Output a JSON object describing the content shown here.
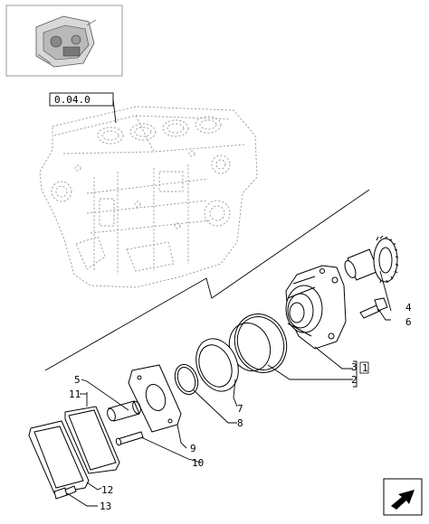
{
  "reference": {
    "label": "0.04.0"
  },
  "parts": [
    {
      "num": "1",
      "bracket": "1"
    },
    {
      "num": "2"
    },
    {
      "num": "3"
    },
    {
      "num": "4"
    },
    {
      "num": "5"
    },
    {
      "num": "6"
    },
    {
      "num": "7"
    },
    {
      "num": "8"
    },
    {
      "num": "9"
    },
    {
      "num": "10"
    },
    {
      "num": "11"
    },
    {
      "num": "12"
    },
    {
      "num": "13"
    }
  ],
  "icons": {
    "thumbnail": "engine-thumbnail-icon",
    "navigation": "next-page-arrow-icon"
  }
}
